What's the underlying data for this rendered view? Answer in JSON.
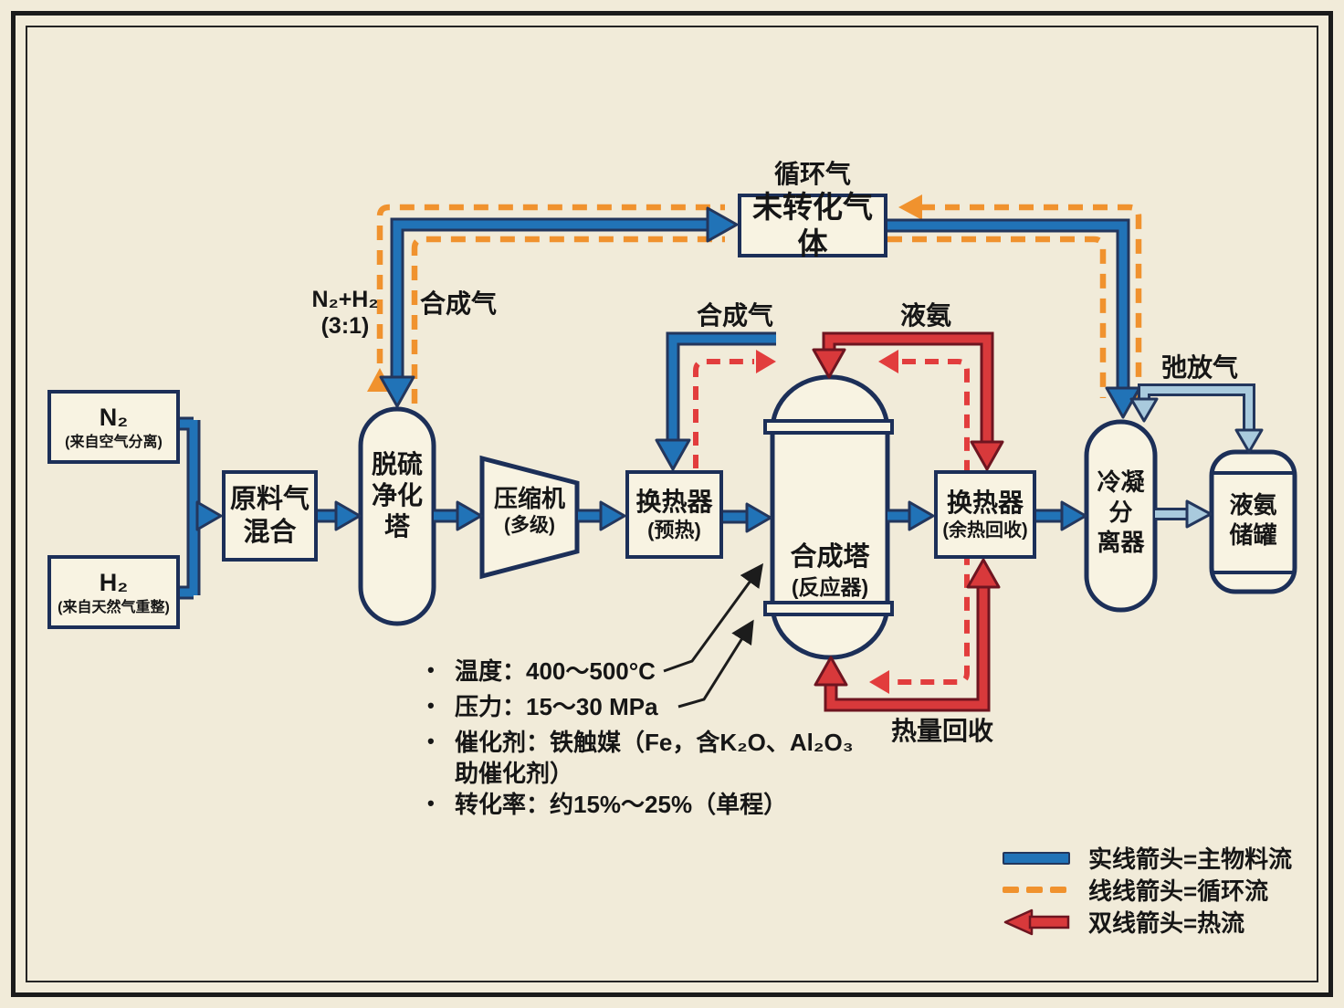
{
  "colors": {
    "background": "#f1ebd9",
    "panel": "#f8f3e2",
    "navy_outline": "#1c2f58",
    "main_flow_blue": "#2173b7",
    "recycle_orange": "#f0922e",
    "heat_red": "#d8393b",
    "heat_dash_red": "#e23d3d",
    "purge_light_blue": "#a9cadd",
    "text_black": "#161616"
  },
  "nodes": {
    "n2": {
      "title": "N₂",
      "subtitle": "(来自空气分离)"
    },
    "h2": {
      "title": "H₂",
      "subtitle": "(来自天然气重整)"
    },
    "mixer": {
      "line1": "原料气",
      "line2": "混合"
    },
    "desulfurizer": {
      "line1": "脱硫",
      "line2": "净化",
      "line3": "塔"
    },
    "compressor": {
      "line1": "压缩机",
      "line2": "(多级)"
    },
    "preheater": {
      "line1": "换热器",
      "line2": "(预热)"
    },
    "reactor": {
      "line1": "合成塔",
      "line2": "(反应器)"
    },
    "heat_exchanger2": {
      "line1": "换热器",
      "line2": "(余热回收)"
    },
    "condenser": {
      "line1": "冷凝",
      "line2": "分",
      "line3": "离器"
    },
    "tank": {
      "line1": "液氨",
      "line2": "储罐"
    },
    "recycle_box": {
      "label": "未转化气体"
    }
  },
  "labels": {
    "recycle_gas": "循环气",
    "feed_ratio_line1": "N₂+H₂",
    "feed_ratio_line2": "(3:1)",
    "syngas_left": "合成气",
    "syngas_mid": "合成气",
    "ammonia": "液氨",
    "purge_gas": "弛放气",
    "heat_recovery": "热量回收"
  },
  "notes": {
    "bullet": "•",
    "items": [
      {
        "text": "温度：400〜500°C"
      },
      {
        "text": "压力：15〜30 MPa"
      },
      {
        "text": "催化剂：铁触媒（Fe，含K₂O、Al₂O₃"
      },
      {
        "text": "助催化剂）"
      },
      {
        "text": "转化率：约15%〜25%（单程）"
      }
    ]
  },
  "legend": {
    "items": [
      {
        "label": "实线箭头=主物料流"
      },
      {
        "label": "线线箭头=循环流"
      },
      {
        "label": "双线箭头=热流"
      }
    ]
  }
}
